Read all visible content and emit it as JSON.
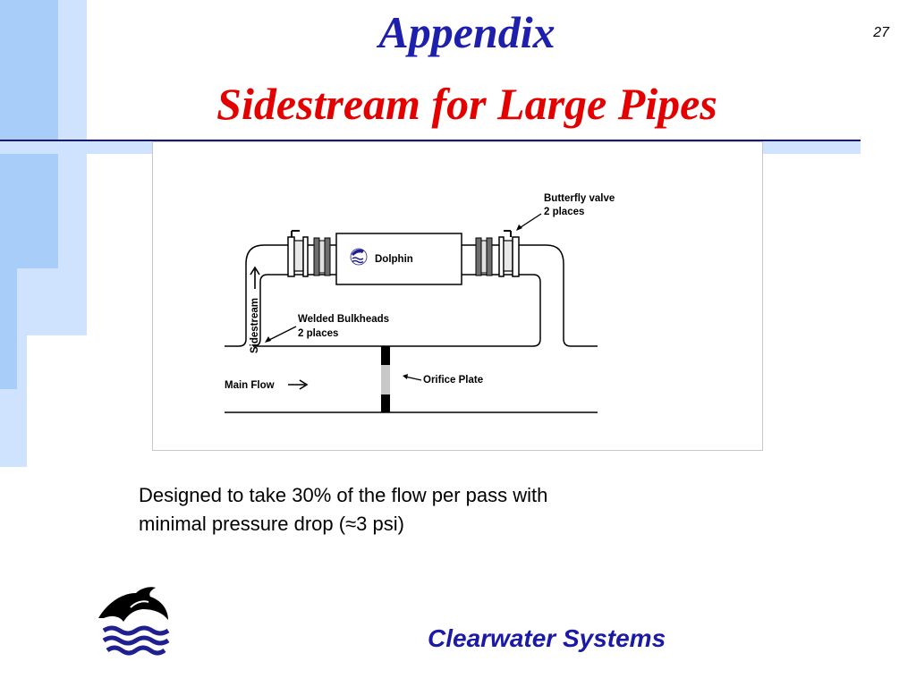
{
  "slide": {
    "title": "Appendix",
    "subtitle": "Sidestream for Large Pipes",
    "page_number": "27",
    "caption_line1": "Designed to take 30% of the flow per pass with",
    "caption_line2": "minimal pressure drop (≈3 psi)",
    "company": "Clearwater Systems"
  },
  "diagram": {
    "butterfly_line1": "Butterfly valve",
    "butterfly_line2": "2 places",
    "dolphin": "Dolphin",
    "sidestream": "Sidestream",
    "welded_line1": "Welded Bulkheads",
    "welded_line2": "2 places",
    "main_flow": "Main Flow",
    "orifice": "Orifice Plate"
  },
  "colors": {
    "title": "#1f1fae",
    "subtitle": "#e50000",
    "company": "#1a1aa6",
    "deco_blue_light": "#cfe3ff",
    "deco_blue_mid": "#a9cdf9",
    "logo_blue": "#1f1f8f"
  }
}
